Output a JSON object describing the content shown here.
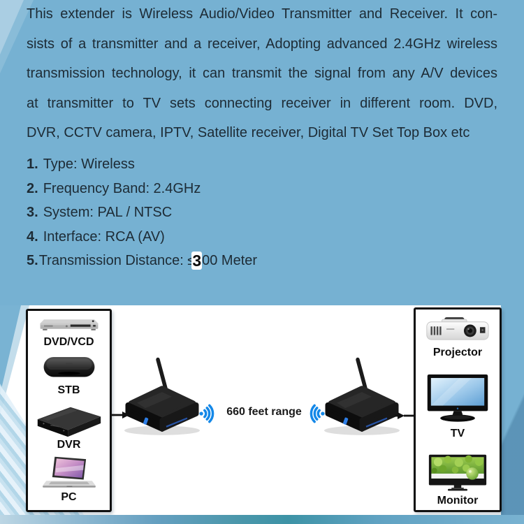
{
  "description": {
    "lines": [
      "This extender is Wireless Audio/Video Transmitter and Receiver. It con-",
      "sists of a transmitter and a receiver, Adopting advanced 2.4GHz wireless",
      "transmission technology, it can transmit the signal from any A/V devices",
      "at transmitter to TV sets connecting receiver in different room. DVD,",
      "DVR, CCTV camera, IPTV, Satellite receiver, Digital TV Set Top Box etc"
    ]
  },
  "specs": {
    "items": [
      {
        "num": "1.",
        "text": "Type: Wireless"
      },
      {
        "num": "2.",
        "text": "Frequency Band: 2.4GHz"
      },
      {
        "num": "3.",
        "text": "System: PAL / NTSC"
      },
      {
        "num": "4.",
        "text": "Interface: RCA (AV)"
      }
    ],
    "item5": {
      "num": "5.",
      "prefix": "Transmission Distance: ≤",
      "patched_digit": "3",
      "suffix": "00 Meter"
    }
  },
  "diagram": {
    "range_label": "660 feet range",
    "source_devices": [
      {
        "label": "DVD/VCD",
        "icon": "dvd-player-icon"
      },
      {
        "label": "STB",
        "icon": "set-top-box-icon"
      },
      {
        "label": "DVR",
        "icon": "dvr-icon"
      },
      {
        "label": "PC",
        "icon": "laptop-icon"
      }
    ],
    "output_devices": [
      {
        "label": "Projector",
        "icon": "projector-icon"
      },
      {
        "label": "TV",
        "icon": "tv-icon"
      },
      {
        "label": "Monitor",
        "icon": "monitor-icon"
      }
    ],
    "transmitter": {
      "icon": "transmitter-box-icon"
    },
    "receiver": {
      "icon": "receiver-box-icon"
    },
    "wifi_icon": "wifi-signal-icon",
    "arrow_icon": "arrow-right-icon"
  },
  "colors": {
    "background_blue": "#76b1d2",
    "text_dark": "#1d2b35",
    "wifi_blue": "#1488e8",
    "box_border": "#101010",
    "bottom_band_teal": "#4697ac"
  }
}
